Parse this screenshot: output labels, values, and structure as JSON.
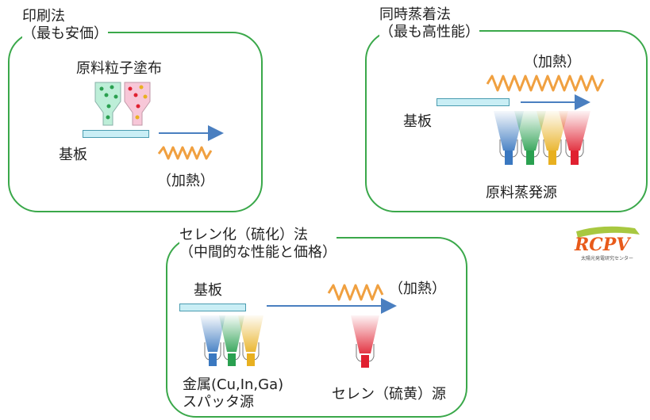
{
  "printing": {
    "title_line1": "印刷法",
    "title_line2": "（最も安価）",
    "material_label": "原料粒子塗布",
    "substrate_label": "基板",
    "heat_label": "（加熱）"
  },
  "coevap": {
    "title_line1": "同時蒸着法",
    "title_line2": "（最も高性能）",
    "heat_label": "（加熱）",
    "substrate_label": "基板",
    "source_label": "原料蒸発源"
  },
  "selen": {
    "title_line1": "セレン化（硫化）法",
    "title_line2": "（中間的な性能と価格）",
    "substrate_label": "基板",
    "heat_label": "（加熱）",
    "sputter_label_line1": "金属(Cu,In,Ga)",
    "sputter_label_line2": "スパッタ源",
    "selen_source_label": "セレン（硫黄）源"
  },
  "logo": {
    "text": "RCPV",
    "subtext": "太陽光発電研究センター"
  },
  "colors": {
    "panel_border": "#3aa84a",
    "arrow": "#4a7fc0",
    "heat_wave": "#f0a040",
    "source_blue": "#3a78c0",
    "source_green": "#2aa050",
    "source_yellow": "#e8b020",
    "source_red": "#e02030"
  }
}
